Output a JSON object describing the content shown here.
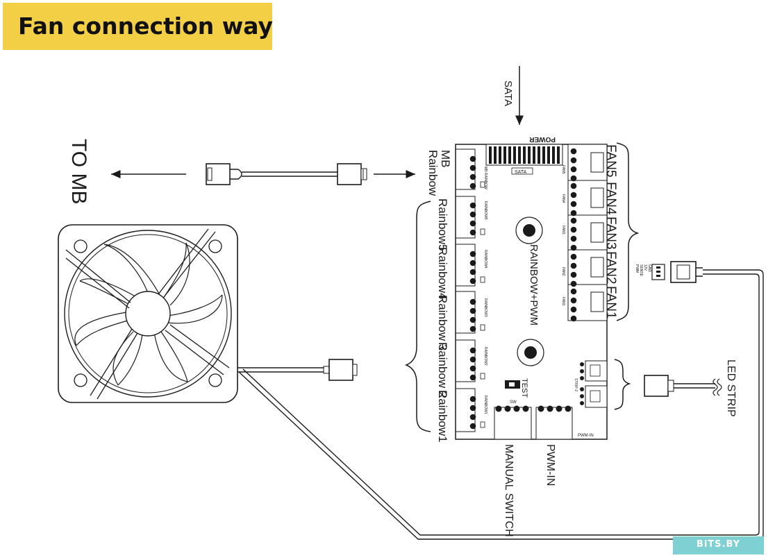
{
  "title": "Fan connection way",
  "labels": {
    "sata": "SATA",
    "power": "POWER",
    "sata_board": "SATA",
    "to_mb": "TO MB",
    "mb": "MB",
    "rainbow": "Rainbow",
    "rainbow5": "Rainbow5",
    "rainbow4": "Rainbow4",
    "rainbow3": "Rainbow 3",
    "rainbow2": "Rainbow 2",
    "rainbow1": "Rainbow1",
    "fan5": "FAN5",
    "fan4": "FAN4",
    "fan3": "FAN3",
    "fan2": "FAN2",
    "fan1": "FAN1",
    "board_name": "RAINBOW+PWM",
    "test": "TEST",
    "sw": "SW",
    "pwm_in_board": "PWM-IN",
    "manual_switch": "MANUAL SWITCH",
    "pwm_in": "PWM-IN",
    "led_strip": "LED STRIP",
    "strip": "STRIP-2",
    "pin_labels": [
      "PWM",
      "SENSE",
      "12V",
      "GND"
    ],
    "board_fan_labels": [
      "FAN5",
      "FAN4",
      "FAN3",
      "FAN2",
      "FAN1"
    ],
    "board_rainbow_labels": [
      "RAINBOW5",
      "RAINBOW4",
      "RAINBOW3",
      "RAINBOW2",
      "RAINBOW1"
    ],
    "board_mb_label": "MB RAINBOW"
  },
  "watermark": "BiTS.BY",
  "colors": {
    "title_bg": "#f3cf45",
    "line": "#1a1a1a",
    "watermark_bg": "#7fd0d2"
  }
}
